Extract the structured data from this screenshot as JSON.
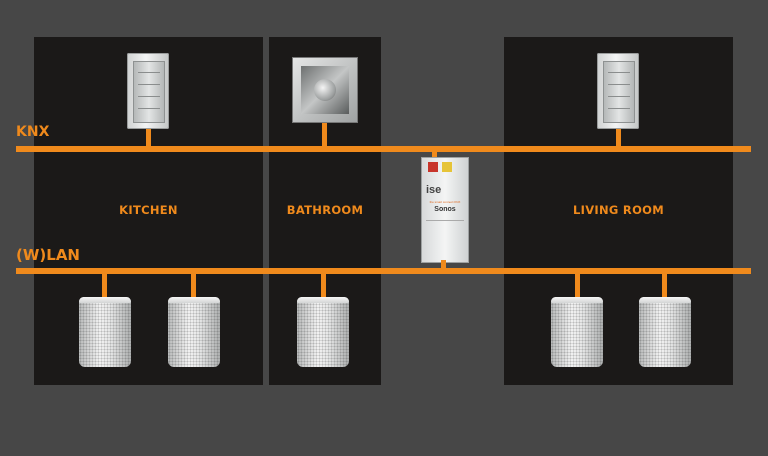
{
  "diagram": {
    "buses": [
      {
        "label": "KNX"
      },
      {
        "label": "(W)LAN"
      }
    ],
    "rooms": [
      {
        "label": "KITCHEN"
      },
      {
        "label": "BATHROOM"
      },
      {
        "label": "LIVING ROOM"
      }
    ],
    "gateway": {
      "brand": "ise",
      "product": "Sonos",
      "tagline": "the smart connect KNX"
    },
    "colors": {
      "background": "#474747",
      "room": "#1b1918",
      "accent": "#f08a1c"
    },
    "icons": [
      "wall-switch-icon",
      "motion-sensor-icon",
      "knx-gateway-icon",
      "sonos-speaker-icon"
    ]
  }
}
